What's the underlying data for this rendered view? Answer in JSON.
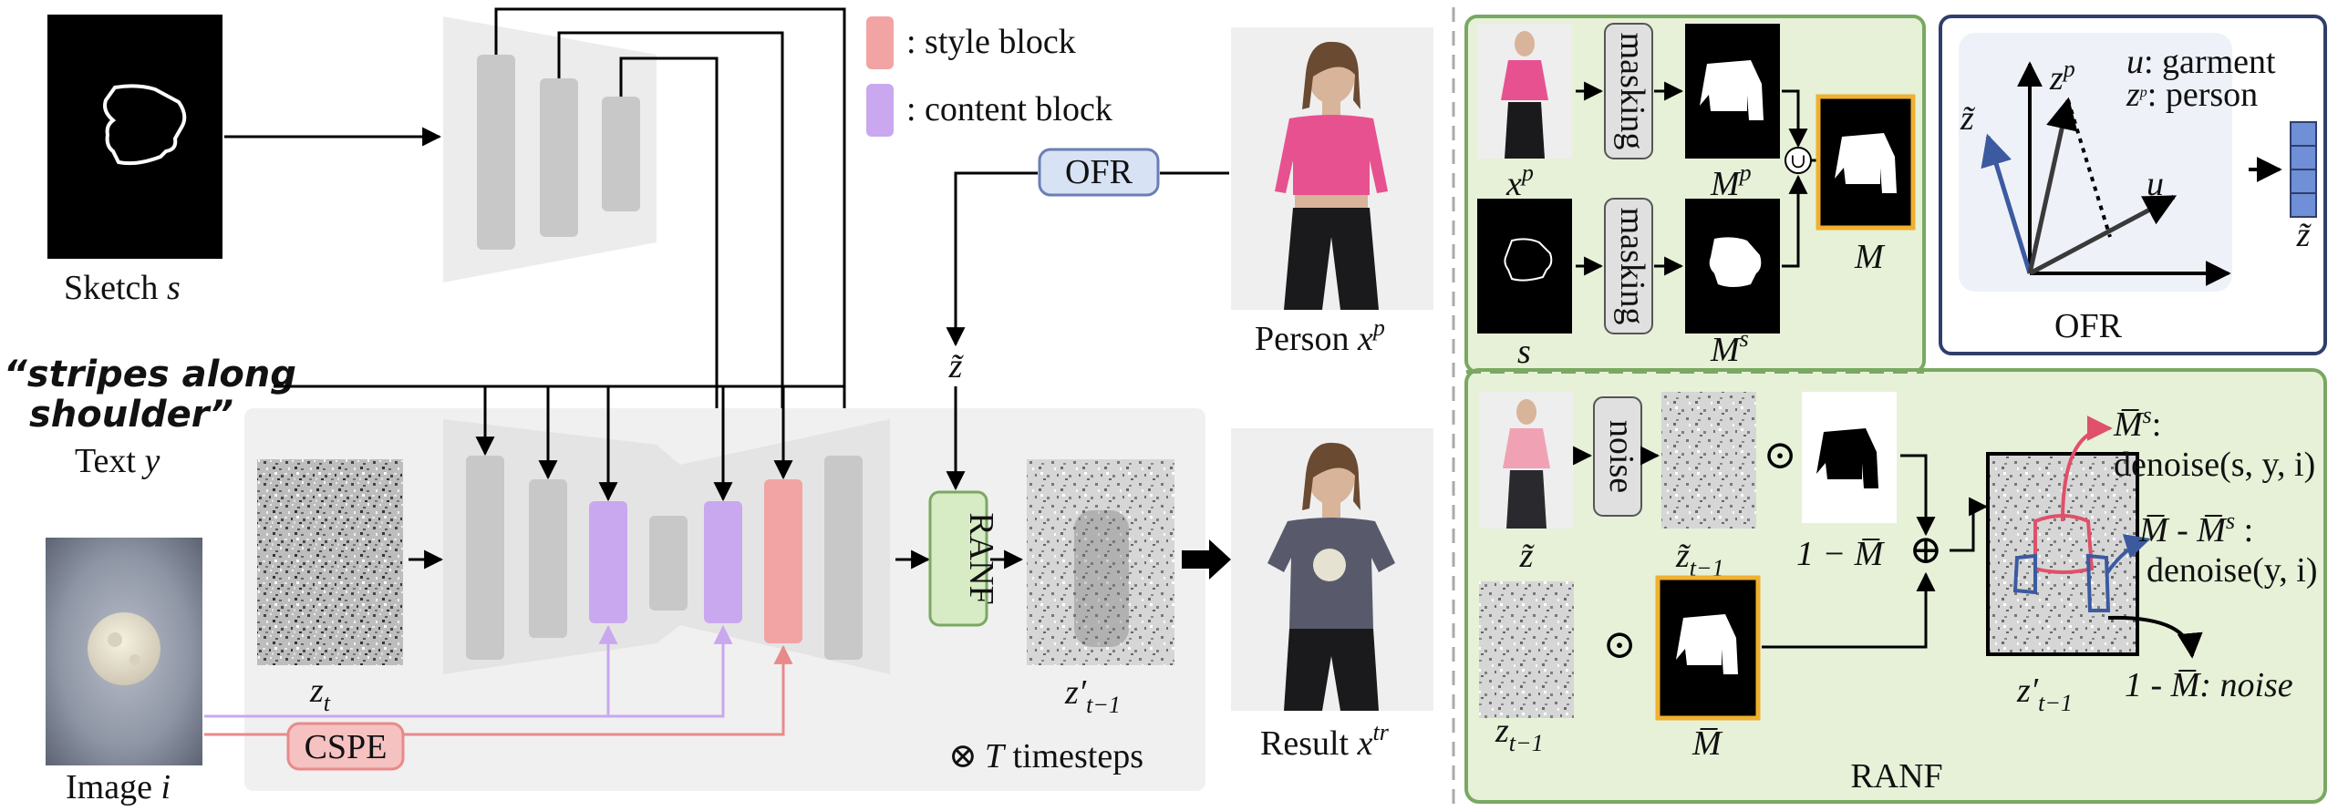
{
  "legend": {
    "style_block": ": style block",
    "content_block": ": content block",
    "style_color": "#f2a3a3",
    "content_color": "#c9a8ef"
  },
  "left": {
    "sketch": {
      "label": "Sketch ",
      "var": "s"
    },
    "text": {
      "quote_line1": "“stripes along",
      "quote_line2": "shoulder”",
      "label": "Text ",
      "var": "y"
    },
    "image": {
      "label": "Image ",
      "var": "i"
    },
    "cspe": "CSPE",
    "zt": {
      "base": "z",
      "sub": "t"
    },
    "ofr_box": "OFR",
    "ztilde": "z̃",
    "ranf_box": "RANF",
    "zprime": {
      "base": "z′",
      "sub": "t−1"
    },
    "timesteps": {
      "symbol": "⊗",
      "var": "T",
      "text": " timesteps"
    },
    "person": {
      "label": "Person ",
      "var": "x",
      "sup": "p"
    },
    "result": {
      "label": "Result ",
      "var": "x",
      "sup": "tr"
    }
  },
  "masking_panel": {
    "xp": {
      "var": "x",
      "sup": "p"
    },
    "s": "s",
    "masking1": "masking",
    "masking2": "masking",
    "Mp": {
      "var": "M",
      "sup": "p"
    },
    "Ms": {
      "var": "M",
      "sup": "s"
    },
    "union": "∪",
    "M": "M"
  },
  "ofr_panel": {
    "title": "OFR",
    "legend_u": ": garment",
    "legend_u_var": "u",
    "legend_zp": ": person",
    "legend_zp_var": "z",
    "legend_zp_sup": "p",
    "axis_zp": "z",
    "axis_zp_sup": "p",
    "axis_u": "u",
    "axis_zt": "z̃",
    "out_zt": "z̃",
    "colors": {
      "ztilde": "#3b5aa0",
      "panel_border": "#2f3f6b",
      "stack": "#6f8fd6"
    }
  },
  "ranf_panel": {
    "title": "RANF",
    "ztilde": "z̃",
    "noise": "noise",
    "odot1": "⊙",
    "odot2": "⊙",
    "oplus": "⊕",
    "ztilde_t1": {
      "base": "z̃",
      "sub": "t−1"
    },
    "one_minus_M": "1 − M̅",
    "z_t1": {
      "base": "z",
      "sub": "t−1"
    },
    "Mbar": "M̅",
    "zprime": {
      "base": "z′",
      "sub": "t−1"
    },
    "ann1_line1": "M̅",
    "ann1_sup": "s",
    "ann1_colon": ":",
    "ann1_line2": "denoise(s, y, i)",
    "ann2_line1": "M̅ - M̅",
    "ann2_sup": "s",
    "ann2_colon": " :",
    "ann2_line2": "denoise(y, i)",
    "ann3": "1 - M̅: noise",
    "colors": {
      "red": "#e0506a",
      "blue": "#3b5aa0",
      "green_bg": "#e6f1d8",
      "green_border": "#7aa862"
    }
  }
}
